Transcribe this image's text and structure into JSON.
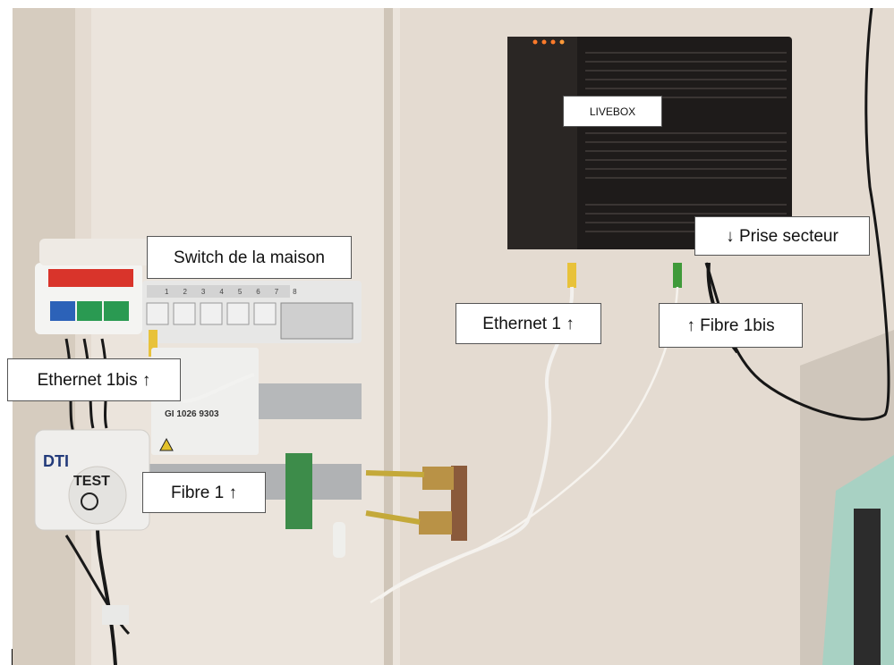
{
  "image": {
    "subject": "Wall-mounted home network panel with Livebox router, Ethernet switch and DTI fibre outlet"
  },
  "annotations": {
    "livebox": "LIVEBOX",
    "prise_secteur": "↓ Prise secteur",
    "switch": "Switch de la maison",
    "ethernet_1": "Ethernet 1 ↑",
    "fibre_1bis": "↑ Fibre 1bis",
    "ethernet_1bis": "Ethernet 1bis ↑",
    "fibre_1": "Fibre 1 ↑"
  },
  "device_text": {
    "dti": "DTI",
    "test": "TEST",
    "switch_id": "GI 1026 9303",
    "port_numbers": [
      "1",
      "2",
      "3",
      "4",
      "5",
      "6",
      "7",
      "8"
    ]
  },
  "colors": {
    "wall": "#e6ddd3",
    "router": "#1e1b1a",
    "ethernet_cable_yellow": "#e8c23a",
    "fibre_cable_green": "#3f9a3a",
    "filter_red": "#d9342b",
    "filter_blue": "#2c62b8",
    "filter_green": "#2a9a52"
  }
}
